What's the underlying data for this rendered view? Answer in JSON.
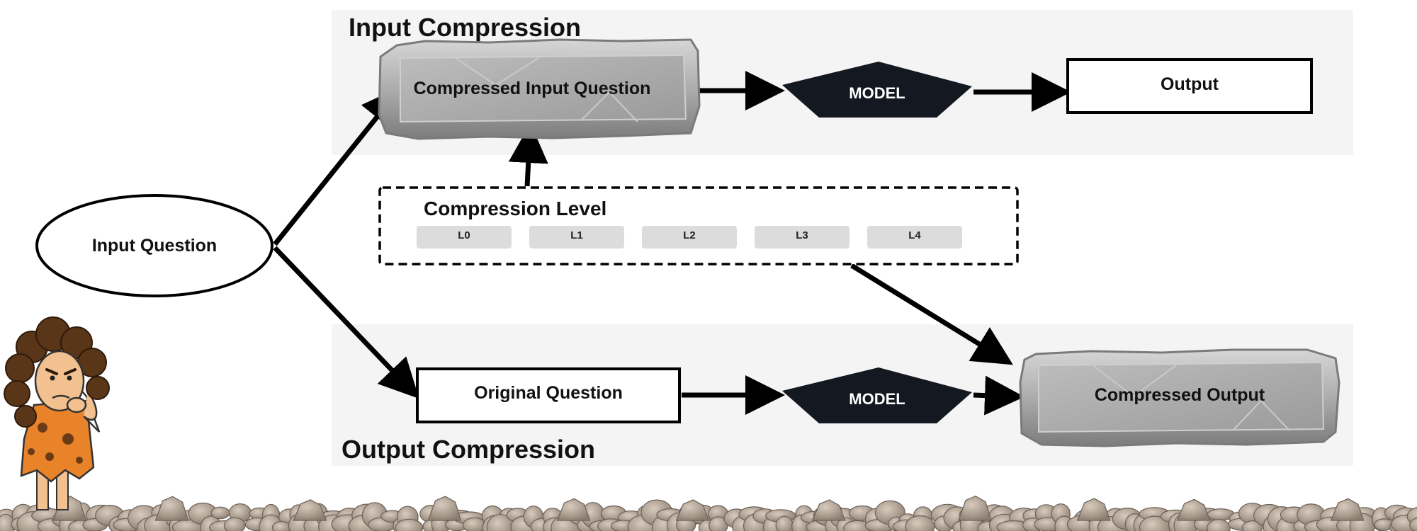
{
  "sections": {
    "input_title": "Input Compression",
    "output_title": "Output Compression"
  },
  "nodes": {
    "input_question": "Input Question",
    "compressed_input_question": "Compressed Input Question",
    "model_top": "MODEL",
    "output": "Output",
    "original_question": "Original Question",
    "model_bottom": "MODEL",
    "compressed_output": "Compressed Output"
  },
  "compression_level": {
    "title": "Compression Level",
    "levels": [
      "L0",
      "L1",
      "L2",
      "L3",
      "L4"
    ]
  },
  "icons": {
    "character": "caveman-thinking-icon",
    "ground": "rock-pile-icon"
  },
  "colors": {
    "panel_bg": "#f4f4f4",
    "model_fill": "#141821",
    "stone_fill": "#a9a9a9",
    "level_fill": "#dcdcdc",
    "caveman_tunic": "#e8832a",
    "caveman_hair": "#5a3618",
    "caveman_skin": "#f2c18f"
  }
}
